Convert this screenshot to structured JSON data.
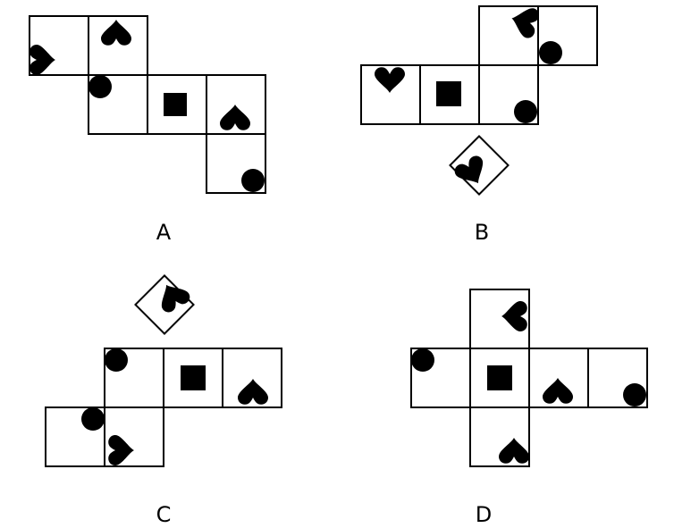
{
  "panels": [
    {
      "id": "A",
      "label": "A"
    },
    {
      "id": "B",
      "label": "B"
    },
    {
      "id": "C",
      "label": "C"
    },
    {
      "id": "D",
      "label": "D"
    }
  ],
  "colors": {
    "line": "#000000",
    "fill": "#000000",
    "background": "#ffffff"
  },
  "icons": [
    "heart-icon",
    "circle-icon",
    "square-icon"
  ]
}
